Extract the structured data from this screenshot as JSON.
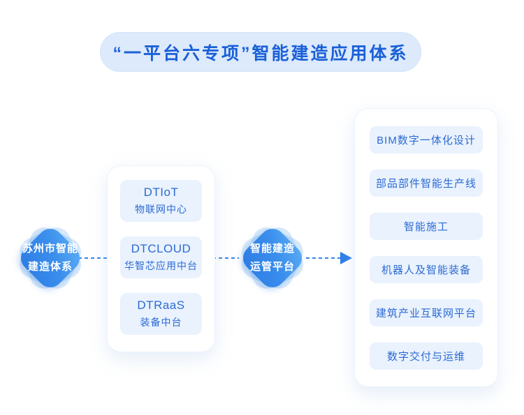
{
  "title": "“一平台六专项”智能建造应用体系",
  "source_node": {
    "line1": "苏州市智能",
    "line2": "建造体系"
  },
  "platform_node": {
    "line1": "智能建造",
    "line2": "运管平台"
  },
  "middle_card": {
    "items": [
      {
        "name": "DTIoT",
        "desc": "物联网中心"
      },
      {
        "name": "DTCLOUD",
        "desc": "华智芯应用中台"
      },
      {
        "name": "DTRaaS",
        "desc": "装备中台"
      }
    ]
  },
  "right_card": {
    "items": [
      {
        "label": "BIM数字一体化设计"
      },
      {
        "label": "部品部件智能生产线"
      },
      {
        "label": "智能施工"
      },
      {
        "label": "机器人及智能装备"
      },
      {
        "label": "建筑产业互联网平台"
      },
      {
        "label": "数字交付与运维"
      }
    ]
  },
  "colors": {
    "title_text": "#1a60d8",
    "pill_bg": "#ddeafb",
    "node_gradient_start": "#5cadf5",
    "node_gradient_end": "#2c7ce4",
    "box_bg": "#e9f2fd",
    "box_text": "#2d6ad3",
    "connector": "#3285e4"
  }
}
